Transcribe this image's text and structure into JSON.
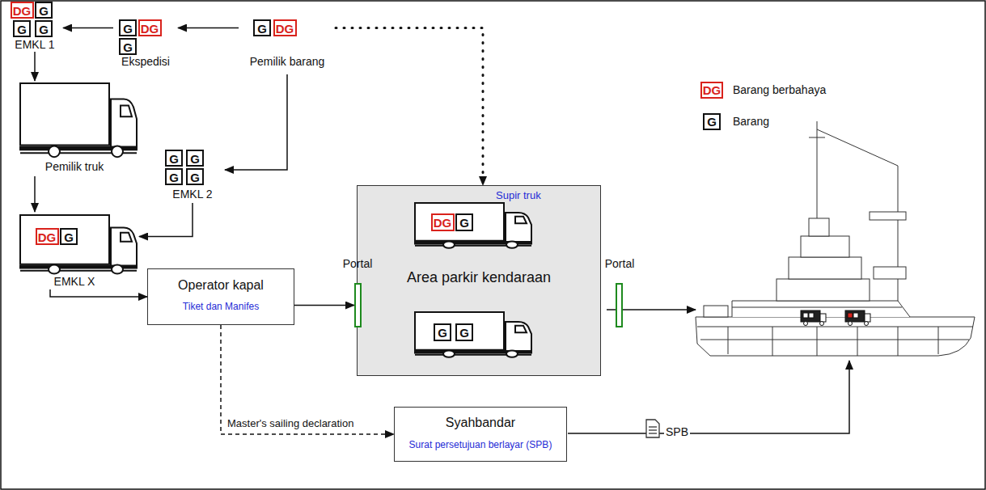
{
  "diagram": {
    "nodes": [
      {
        "text": [
          "Pemilik barang"
        ]
      },
      {
        "text": [
          "G"
        ],
        "in": 0
      },
      {
        "text": [
          "DG"
        ],
        "in": 0
      },
      {
        "text": [
          "Ekspedisi"
        ]
      },
      {
        "text": [
          "G"
        ],
        "in": 3
      },
      {
        "text": [
          "DG"
        ],
        "in": 3
      },
      {
        "text": [
          "G"
        ],
        "in": 3
      },
      {
        "text": [
          "EMKL 1"
        ]
      },
      {
        "text": [
          "DG"
        ],
        "in": 7
      },
      {
        "text": [
          "G"
        ],
        "in": 7
      },
      {
        "text": [
          "G"
        ],
        "in": 7
      },
      {
        "text": [
          "G"
        ],
        "in": 7
      },
      {
        "text": [
          "Pemilik truk"
        ]
      },
      {
        "text": [
          "EMKL 2"
        ]
      },
      {
        "text": [
          "G"
        ],
        "in": 13
      },
      {
        "text": [
          "G"
        ],
        "in": 13
      },
      {
        "text": [
          "G"
        ],
        "in": 13
      },
      {
        "text": [
          "G"
        ],
        "in": 13
      },
      {
        "text": [
          "EMKL X"
        ]
      },
      {
        "text": [
          "DG"
        ],
        "in": 18
      },
      {
        "text": [
          "G"
        ],
        "in": 18
      },
      {
        "text": [
          "Operator kapal",
          "Tiket dan Manifes"
        ]
      },
      {
        "text": [
          "Portal"
        ]
      },
      {
        "text": [
          "Supir truk",
          "Area parkir kendaraan"
        ]
      },
      {
        "text": [
          "DG"
        ],
        "in": 23
      },
      {
        "text": [
          "G"
        ],
        "in": 23
      },
      {
        "text": [
          "G"
        ],
        "in": 23
      },
      {
        "text": [
          "G"
        ],
        "in": 23
      },
      {
        "text": [
          "Portal"
        ]
      },
      {
        "text": [
          "Syahbandar",
          "Surat persetujuan berlayar (SPB)"
        ]
      }
    ],
    "edges": [
      {
        "from": 0,
        "to": 3,
        "arrow": "to"
      },
      {
        "from": 3,
        "to": 7,
        "arrow": "to"
      },
      {
        "from": 7,
        "to": 12,
        "arrow": "to"
      },
      {
        "from": 12,
        "to": 18,
        "arrow": "to"
      },
      {
        "from": 0,
        "to": 13,
        "arrow": "to"
      },
      {
        "from": 13,
        "to": 18,
        "arrow": "to"
      },
      {
        "from": 18,
        "to": 21,
        "arrow": "to"
      },
      {
        "from": 21,
        "to": 22,
        "arrow": "to"
      },
      {
        "from": 0,
        "to": 23,
        "arrow": "to"
      },
      {
        "from": 21,
        "to": 29,
        "label": "Master's sailing declaration",
        "arrow": "to"
      }
    ],
    "labels": [
      "DG",
      "G",
      "SPB"
    ],
    "legend": [
      {
        "text": "Barang berbahaya"
      },
      {
        "text": "Barang"
      }
    ]
  }
}
